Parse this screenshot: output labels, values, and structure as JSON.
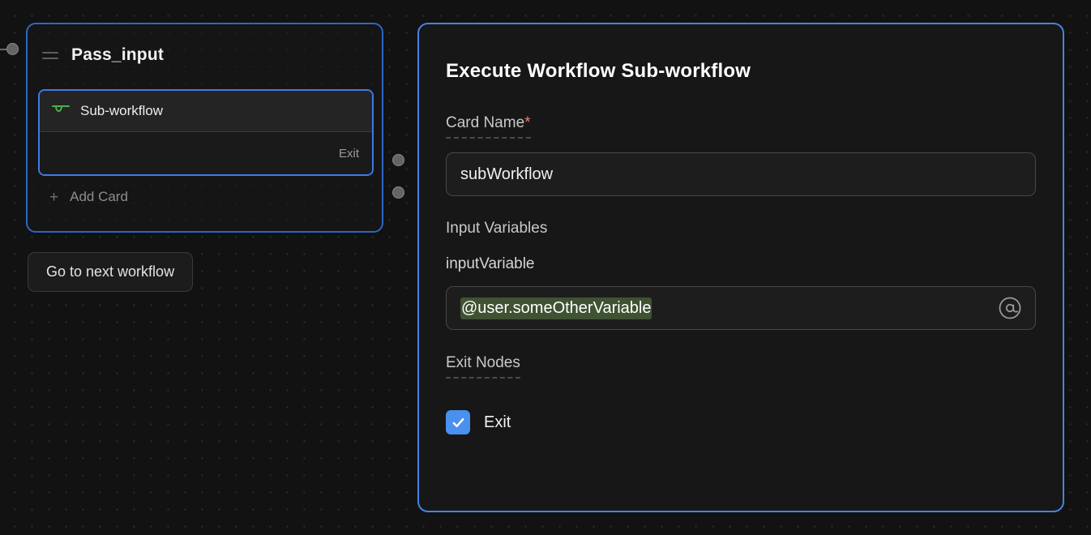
{
  "canvas": {
    "node": {
      "title": "Pass_input",
      "drag_handle_icon": "drag-handle-icon",
      "cards": [
        {
          "icon": "sub-workflow-icon",
          "label": "Sub-workflow",
          "exit_label": "Exit"
        }
      ],
      "add_card": {
        "plus_icon": "plus-icon",
        "label": "Add Card"
      }
    },
    "next_workflow_button": "Go to next workflow",
    "ports": {
      "input_port": "input-port",
      "output_ports": [
        "output-port-1",
        "output-port-2"
      ]
    }
  },
  "panel": {
    "title": "Execute Workflow Sub-workflow",
    "card_name": {
      "label": "Card Name",
      "required_marker": "*",
      "value": "subWorkflow",
      "placeholder": "Card Name"
    },
    "input_variables": {
      "section_label": "Input Variables",
      "fields": [
        {
          "name": "inputVariable",
          "value": "@user.someOtherVariable",
          "placeholder": "",
          "trailing_icon": "at-icon"
        }
      ]
    },
    "exit_nodes": {
      "section_label": "Exit Nodes",
      "items": [
        {
          "label": "Exit",
          "checked": true,
          "check_icon": "check-icon"
        }
      ]
    }
  },
  "colors": {
    "canvas_bg": "#121212",
    "panel_bg": "#171717",
    "selection_blue": "#4583e0",
    "node_border_blue": "#2f66c4",
    "card_border_blue": "#3d7ae8",
    "accent_checkbox": "#4a90ee",
    "required_red": "#ef7d74",
    "variable_token_green": "#3f5233",
    "sub_workflow_icon_green": "#4caf50"
  }
}
